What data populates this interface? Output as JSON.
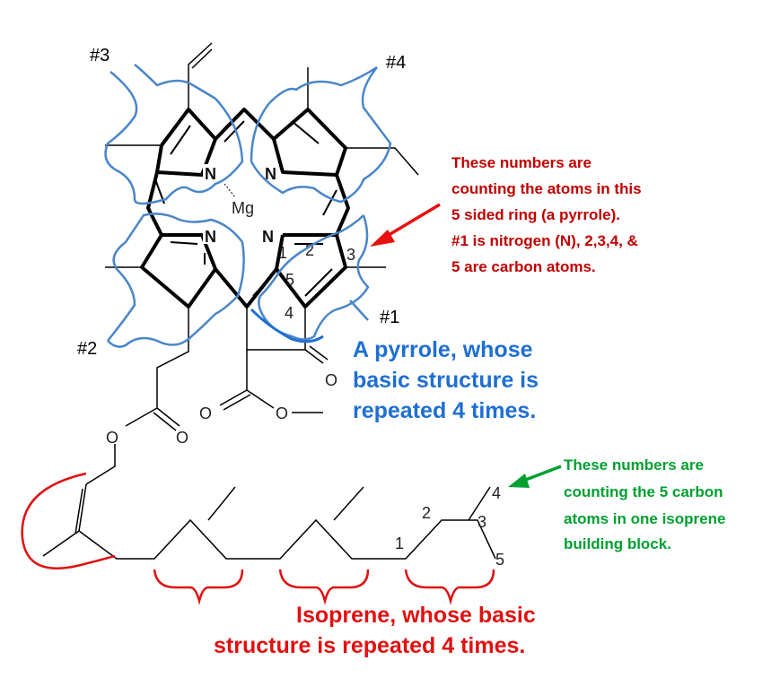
{
  "atoms": {
    "n_top_left": "N",
    "n_top_right": "N",
    "n_bottom_left": "N",
    "n_bottom_right": "N",
    "mg": "Mg",
    "o_ketone": "O",
    "o_ester1": "O",
    "o_ester2": "O",
    "o_ester3": "O",
    "o_ester4": "O"
  },
  "pyrrole_numbers": [
    "1",
    "2",
    "3",
    "4",
    "5"
  ],
  "isoprene_numbers": [
    "1",
    "2",
    "3",
    "4",
    "5"
  ],
  "pyrrole_tags": [
    "#1",
    "#2",
    "#3",
    "#4"
  ],
  "notes": {
    "pyrrole_numbers": [
      "These numbers are",
      "counting the atoms in this",
      "5 sided ring (a pyrrole).",
      "#1 is nitrogen (N), 2,3,4, &",
      "5 are carbon atoms."
    ],
    "isoprene_numbers": [
      "These numbers are",
      "counting the 5 carbon",
      "atoms in one isoprene",
      "building block."
    ],
    "pyrrole_caption": [
      "A pyrrole, whose",
      "basic structure is",
      "repeated 4 times."
    ],
    "isoprene_caption": [
      "Isoprene, whose basic",
      "structure is repeated 4 times."
    ]
  },
  "colors": {
    "bond": "#000000",
    "pyrrole_bracket": "#4a86c8",
    "highlight_blue": "#1f6fd1",
    "red_note": "#c00000",
    "isoprene_red": "#e01010",
    "green_note": "#00a030"
  }
}
